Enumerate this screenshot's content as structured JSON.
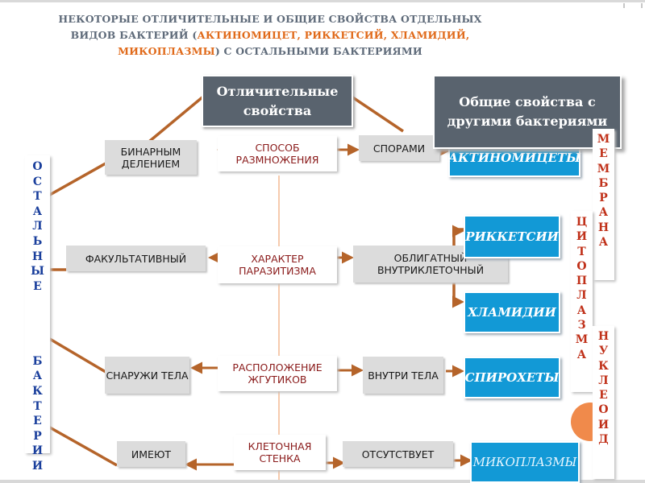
{
  "title": {
    "part1": "НЕКОТОРЫЕ ОТЛИЧИТЕЛЬНЫЕ И ОБЩИЕ СВОЙСТВА ОТДЕЛЬНЫХ",
    "part2": "ВИДОВ БАКТЕРИЙ (",
    "highlight1": "АКТИНОМИЦЕТ, РИККЕТСИЙ, ХЛАМИДИЙ,",
    "highlight2": "МИКОПЛАЗМЫ",
    "part3": ") С ОСТАЛЬНЫМИ БАКТЕРИЯМИ"
  },
  "headers": {
    "distinctive": "Отличительные свойства",
    "common": "Общие свойства с другими бактериями"
  },
  "other_bacteria": "ОСТАЛЬНЫЕ\n\nБАКТЕРИИ",
  "categories": {
    "reproduction": "СПОСОБ РАЗМНОЖЕНИЯ",
    "parasitism": "ХАРАКТЕР ПАРАЗИТИЗМА",
    "flagella": "РАСПОЛОЖЕНИЕ ЖГУТИКОВ",
    "cell_wall": "КЛЕТОЧНАЯ СТЕНКА"
  },
  "other_values": {
    "binary": "БИНАРНЫМ ДЕЛЕНИЕМ",
    "facultative": "ФАКУЛЬТАТИВНЫЙ",
    "outside": "СНАРУЖИ ТЕЛА",
    "have": "ИМЕЮТ"
  },
  "special_values": {
    "spores": "СПОРАМИ",
    "obligate": "ОБЛИГАТНЫЙ ВНУТРИКЛЕТОЧНЫЙ",
    "inside": "ВНУТРИ ТЕЛА",
    "absent": "ОТСУТСТВУЕТ"
  },
  "groups": {
    "actinomycetes": "АКТИНОМИЦЕТЫ",
    "rickettsia": "РИККЕТСИИ",
    "chlamydia": "ХЛАМИДИИ",
    "spirochetes": "СПИРОХЕТЫ",
    "mycoplasma": "МИКОПЛАЗМЫ"
  },
  "common_props": {
    "membrane": "МЕМБРАНА",
    "cytoplasm": "ЦИТОПЛАЗМА",
    "nucleoid": "НУКЛЕОИД"
  },
  "colors": {
    "connector": "#b5642a",
    "highlight_text": "#e06a1a",
    "group_box": "#1299d6",
    "header_box": "#59636e"
  }
}
